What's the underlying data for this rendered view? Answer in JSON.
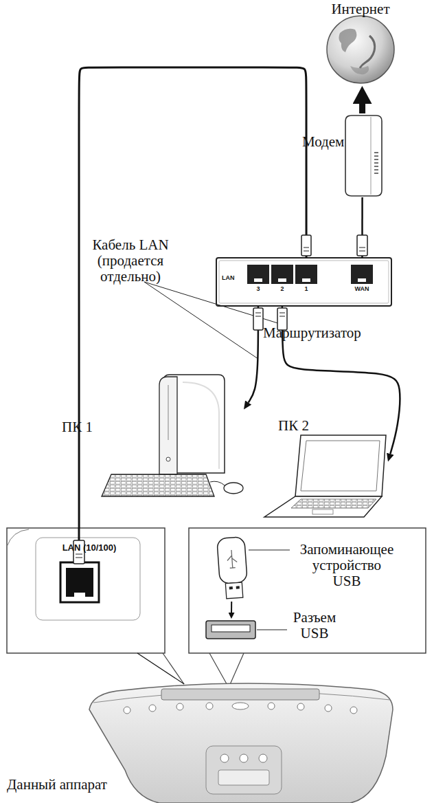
{
  "diagram": {
    "nodes": [
      {
        "text": [
          "Интернет"
        ]
      },
      {
        "text": [
          "Модем"
        ]
      },
      {
        "text": [
          "LAN",
          "3",
          "2",
          "1",
          "WAN",
          "Маршрутизатор"
        ]
      },
      {
        "text": [
          "ПК 1"
        ]
      },
      {
        "text": [
          "ПК 2"
        ]
      },
      {
        "text": [
          "LAN (10/100)"
        ]
      },
      {
        "text": [
          "Запоминающее устройство USB"
        ]
      },
      {
        "text": [
          "Разъем USB"
        ]
      },
      {
        "text": [
          "Данный аппарат"
        ]
      }
    ],
    "edges": [
      {
        "from": 1,
        "to": 0,
        "arrow": "to"
      },
      {
        "from": 1,
        "to": 2,
        "arrow": "none"
      },
      {
        "from": 2,
        "to": 5,
        "arrow": "none"
      },
      {
        "from": 2,
        "to": 3,
        "arrow": "to"
      },
      {
        "from": 2,
        "to": 4,
        "arrow": "to"
      },
      {
        "from": 6,
        "to": 7,
        "arrow": "to"
      },
      {
        "from": 5,
        "to": 8,
        "arrow": "none"
      }
    ],
    "labels": [
      "Кабель LAN (продается отдельно)"
    ]
  }
}
